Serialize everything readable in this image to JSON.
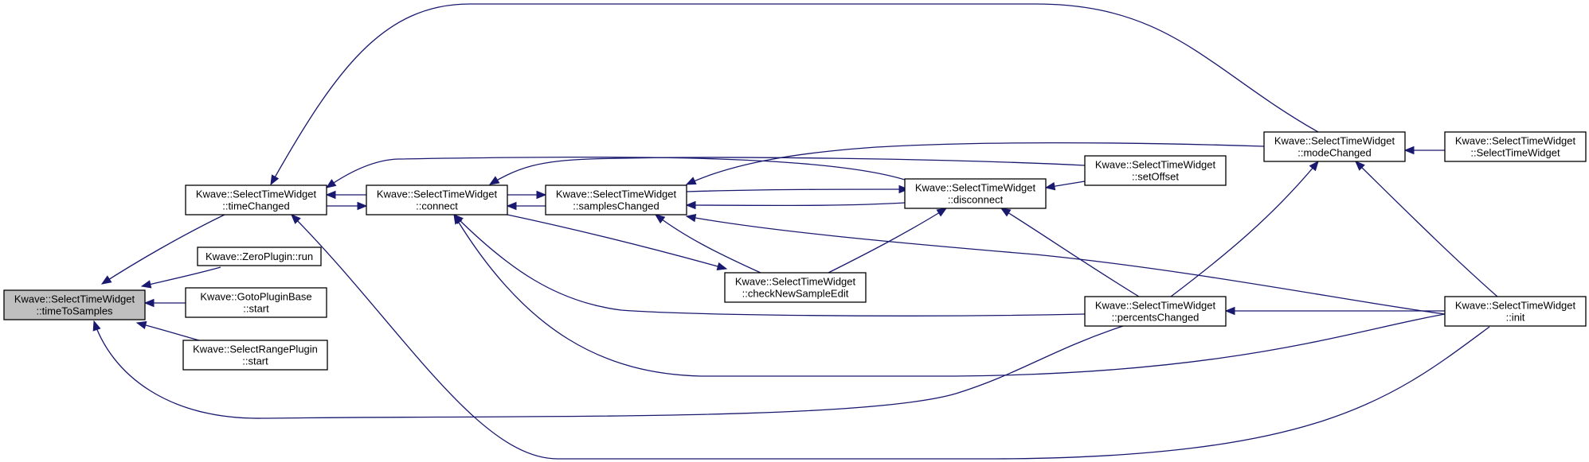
{
  "colors": {
    "edge": "#191970",
    "node_border": "#000000",
    "node_fill": "#ffffff",
    "root_fill": "#bfbfbf"
  },
  "nodes": [
    {
      "id": "timeToSamples",
      "lines": [
        "Kwave::SelectTimeWidget",
        "::timeToSamples"
      ],
      "root": true
    },
    {
      "id": "timeChanged",
      "lines": [
        "Kwave::SelectTimeWidget",
        "::timeChanged"
      ]
    },
    {
      "id": "zeroRun",
      "lines": [
        "Kwave::ZeroPlugin::run"
      ]
    },
    {
      "id": "gotoStart",
      "lines": [
        "Kwave::GotoPluginBase",
        "::start"
      ]
    },
    {
      "id": "rangeStart",
      "lines": [
        "Kwave::SelectRangePlugin",
        "::start"
      ]
    },
    {
      "id": "connect",
      "lines": [
        "Kwave::SelectTimeWidget",
        "::connect"
      ]
    },
    {
      "id": "samplesChanged",
      "lines": [
        "Kwave::SelectTimeWidget",
        "::samplesChanged"
      ]
    },
    {
      "id": "checkNewSampleEdit",
      "lines": [
        "Kwave::SelectTimeWidget",
        "::checkNewSampleEdit"
      ]
    },
    {
      "id": "disconnect",
      "lines": [
        "Kwave::SelectTimeWidget",
        "::disconnect"
      ]
    },
    {
      "id": "setOffset",
      "lines": [
        "Kwave::SelectTimeWidget",
        "::setOffset"
      ]
    },
    {
      "id": "percentsChanged",
      "lines": [
        "Kwave::SelectTimeWidget",
        "::percentsChanged"
      ]
    },
    {
      "id": "modeChanged",
      "lines": [
        "Kwave::SelectTimeWidget",
        "::modeChanged"
      ]
    },
    {
      "id": "ctor",
      "lines": [
        "Kwave::SelectTimeWidget",
        "::SelectTimeWidget"
      ]
    },
    {
      "id": "init",
      "lines": [
        "Kwave::SelectTimeWidget",
        "::init"
      ]
    }
  ],
  "edges": [
    {
      "from": "timeChanged",
      "to": "timeToSamples"
    },
    {
      "from": "zeroRun",
      "to": "timeToSamples"
    },
    {
      "from": "gotoStart",
      "to": "timeToSamples"
    },
    {
      "from": "rangeStart",
      "to": "timeToSamples"
    },
    {
      "from": "percentsChanged",
      "to": "timeToSamples"
    },
    {
      "from": "connect",
      "to": "timeChanged"
    },
    {
      "from": "timeChanged",
      "to": "connect"
    },
    {
      "from": "disconnect",
      "to": "timeChanged"
    },
    {
      "from": "modeChanged",
      "to": "timeChanged"
    },
    {
      "from": "init",
      "to": "timeChanged"
    },
    {
      "from": "samplesChanged",
      "to": "connect"
    },
    {
      "from": "connect",
      "to": "samplesChanged"
    },
    {
      "from": "setOffset",
      "to": "connect"
    },
    {
      "from": "percentsChanged",
      "to": "connect"
    },
    {
      "from": "init",
      "to": "connect"
    },
    {
      "from": "connect",
      "to": "checkNewSampleEdit"
    },
    {
      "from": "checkNewSampleEdit",
      "to": "samplesChanged"
    },
    {
      "from": "disconnect",
      "to": "samplesChanged"
    },
    {
      "from": "samplesChanged",
      "to": "disconnect"
    },
    {
      "from": "modeChanged",
      "to": "samplesChanged"
    },
    {
      "from": "init",
      "to": "samplesChanged"
    },
    {
      "from": "checkNewSampleEdit",
      "to": "disconnect"
    },
    {
      "from": "setOffset",
      "to": "disconnect"
    },
    {
      "from": "percentsChanged",
      "to": "disconnect"
    },
    {
      "from": "percentsChanged",
      "to": "modeChanged"
    },
    {
      "from": "ctor",
      "to": "modeChanged"
    },
    {
      "from": "init",
      "to": "modeChanged"
    },
    {
      "from": "init",
      "to": "percentsChanged"
    }
  ]
}
